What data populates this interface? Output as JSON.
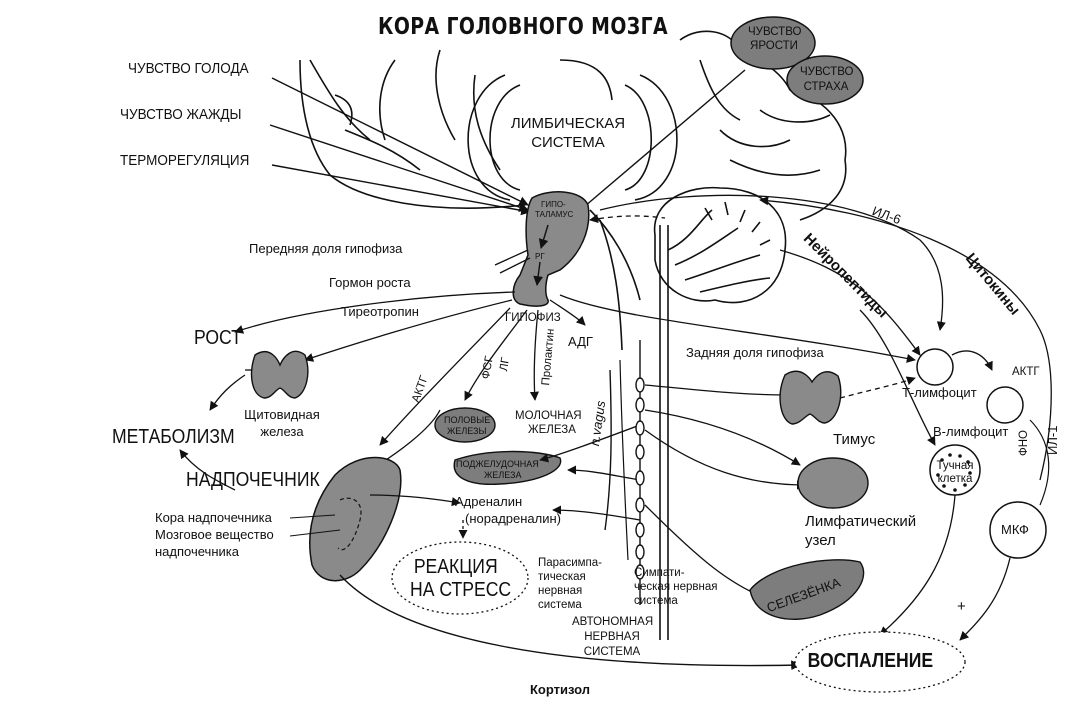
{
  "title": "КОРА ГОЛОВНОГО МОЗГА",
  "inputs": {
    "hunger": "ЧУВСТВО ГОЛОДА",
    "thirst": "ЧУВСТВО ЖАЖДЫ",
    "thermo": "ТЕРМОРЕГУЛЯЦИЯ"
  },
  "emotions": {
    "rage_1": "ЧУВСТВО",
    "rage_2": "ЯРОСТИ",
    "fear_1": "ЧУВСТВО",
    "fear_2": "СТРАХА"
  },
  "limbic": {
    "line1": "ЛИМБИЧЕСКАЯ",
    "line2": "СИСТЕМА"
  },
  "hypothalamus": {
    "line1": "ГИПО-",
    "line2": "ТАЛАМУС",
    "rg": "РГ"
  },
  "pituitary": {
    "anterior": "Передняя доля гипофиза",
    "posterior": "Задняя доля гипофиза",
    "label": "ГИПОФИЗ"
  },
  "hormones": {
    "growth": "Гормон роста",
    "thyrotropin": "Тиреотропин",
    "actg": "АКТГ",
    "fsg": "ФСГ",
    "lg": "ЛГ",
    "prolactin": "Пролактин",
    "adg": "АДГ",
    "adrenaline": "Адреналин",
    "noradrenaline": "(норадреналин)",
    "cortisol": "Кортизол",
    "actg2": "АКТГ"
  },
  "targets": {
    "growth": "РОСТ",
    "metabolism": "МЕТАБОЛИЗМ",
    "thyroid_1": "Щитовидная",
    "thyroid_2": "железа",
    "gonads_1": "ПОЛОВЫЕ",
    "gonads_2": "ЖЕЛЕЗЫ",
    "milk_1": "МОЛОЧНАЯ",
    "milk_2": "ЖЕЛЕЗА",
    "pancreas_1": "ПОДЖЕЛУДОЧНАЯ",
    "pancreas_2": "ЖЕЛЕЗА",
    "adrenal": "НАДПОЧЕЧНИК",
    "cortex": "Кора надпочечника",
    "medulla_1": "Мозговое вещество",
    "medulla_2": "надпочечника"
  },
  "stress": {
    "line1": "РЕАКЦИЯ",
    "line2": "НА СТРЕСС"
  },
  "ans": {
    "vagus": "n.vagus",
    "para_1": "Парасимпа-",
    "para_2": "тическая",
    "para_3": "нервная",
    "para_4": "система",
    "symp_1": "Симпати-",
    "symp_2": "ческая нервная",
    "symp_3": "система",
    "auto_1": "АВТОНОМНАЯ",
    "auto_2": "НЕРВНАЯ",
    "auto_3": "СИСТЕМА"
  },
  "immune": {
    "neuropeptides": "Нейропептиды",
    "cytokines": "Цитокины",
    "il6": "ИЛ-6",
    "il1": "ИЛ-1",
    "fno": "ФНО",
    "thymus": "Тимус",
    "t_cell": "Т-лимфоцит",
    "b_cell": "В-лимфоцит",
    "mast_1": "Тучная",
    "mast_2": "клетка",
    "lymph_1": "Лимфатический",
    "lymph_2": "узел",
    "mkf": "МКФ",
    "spleen": "СЕЛЕЗЁНКА",
    "inflammation": "ВОСПАЛЕНИЕ",
    "plus": "+"
  },
  "colors": {
    "ink": "#111111",
    "organ_fill": "#8a8a8a",
    "emotion_fill": "#7d7d7d",
    "background": "#ffffff"
  }
}
